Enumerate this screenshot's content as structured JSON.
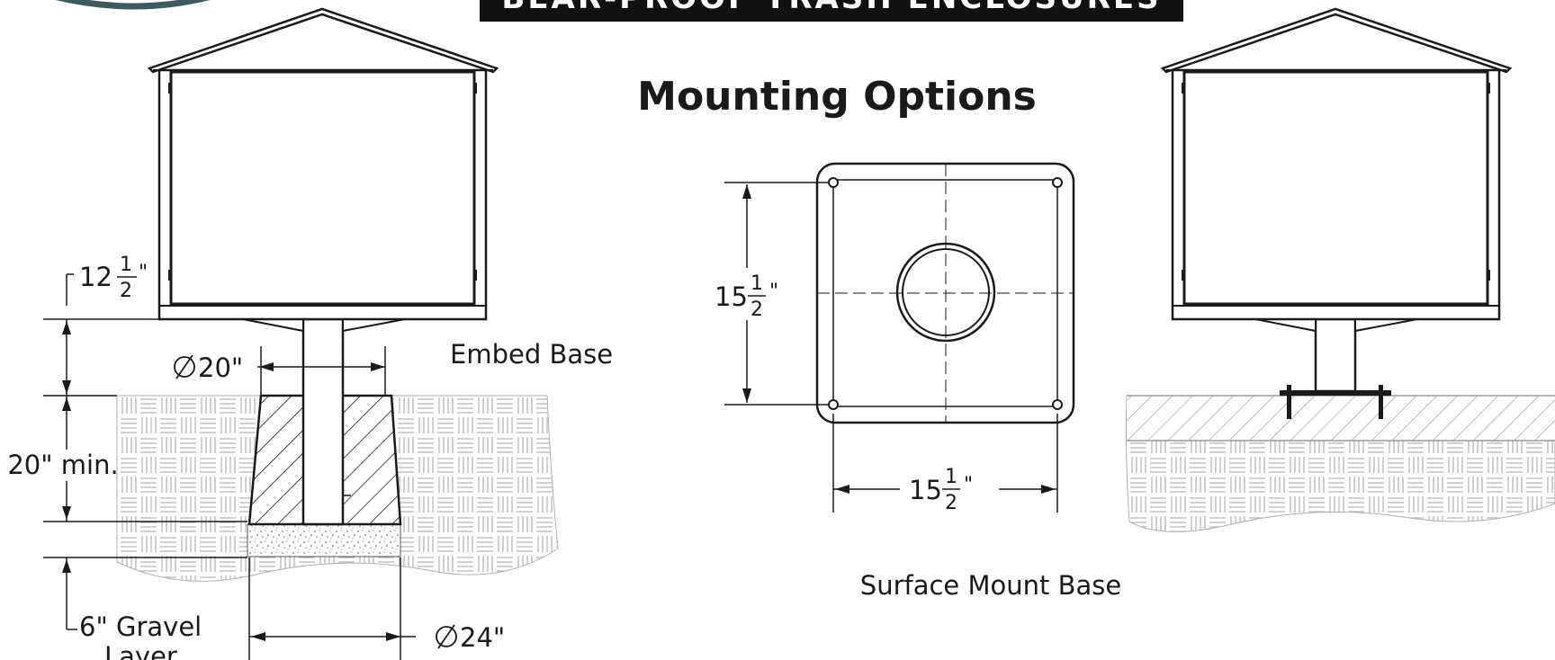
{
  "header": {
    "banner_text": "BEAR-PROOF TRASH ENCLOSURES",
    "mounting_title": "Mounting Options"
  },
  "embed": {
    "label": "Embed Base",
    "height_whole": "12",
    "height_frac_num": "1",
    "height_frac_den": "2",
    "inch_mark": "\"",
    "diameter_top": "20\"",
    "depth_label": "20\" min.",
    "gravel_line1": "6\" Gravel",
    "gravel_line2": "Layer",
    "diameter_bottom": "24\""
  },
  "plate": {
    "side_whole": "15",
    "side_frac_num": "1",
    "side_frac_den": "2",
    "inch_mark": "\"",
    "bottom_whole": "15",
    "bottom_frac_num": "1",
    "bottom_frac_den": "2"
  },
  "surface": {
    "label": "Surface Mount Base"
  },
  "colors": {
    "line": "#1a1a1a",
    "banner_bg": "#111111",
    "banner_text": "#ffffff",
    "ground_texture": "#b8b8b8"
  }
}
